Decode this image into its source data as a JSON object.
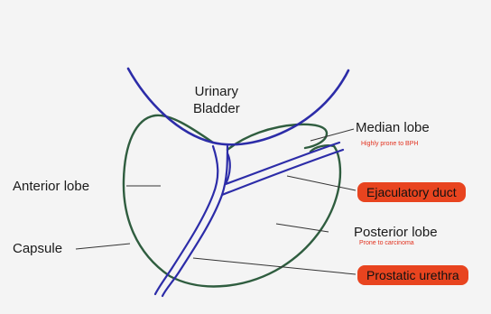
{
  "labels": {
    "bladder_line1": "Urinary",
    "bladder_line2": "Bladder",
    "median_lobe": "Median lobe",
    "median_note": "Highly prone to BPH",
    "ejaculatory_duct": "Ejaculatory duct",
    "anterior_lobe": "Anterior lobe",
    "posterior_lobe": "Posterior lobe",
    "posterior_note": "Prone to carcinoma",
    "capsule": "Capsule",
    "prostatic_urethra": "Prostatic urethra"
  },
  "colors": {
    "background": "#f4f4f4",
    "capsule_outline": "#2f5d3f",
    "urethra_duct": "#2c2ca8",
    "highlight_label_bg": "#e8441f",
    "note_text": "#e2321f"
  }
}
